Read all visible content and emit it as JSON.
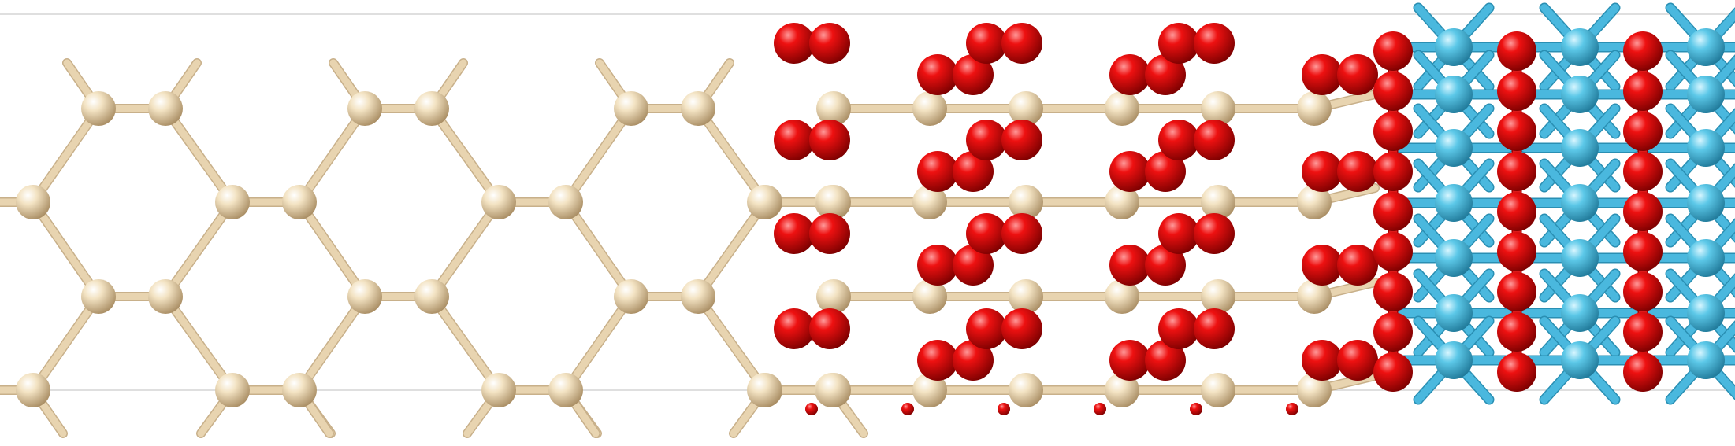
{
  "scene": {
    "kind": "ball-and-stick molecular structure render",
    "background_color": "#ffffff",
    "cell_outline_color": "#cccccc",
    "regions": [
      {
        "name": "silicon-lattice",
        "atoms": [
          "Si"
        ]
      },
      {
        "name": "silicon-oxide-interface",
        "atoms": [
          "Si",
          "O"
        ]
      },
      {
        "name": "oxide-layer",
        "atoms": [
          "O",
          "M"
        ]
      }
    ]
  },
  "elements": {
    "Si": {
      "color": "#f3e3c3",
      "shade": "#c8b08a",
      "bond_color": "#e8d4b0"
    },
    "O": {
      "color": "#ee1111",
      "shade": "#a00000",
      "bond_color": "#dd1a1a"
    },
    "M": {
      "color": "#5cc8e8",
      "shade": "#2a8fb3",
      "bond_color": "#4ab8de"
    }
  }
}
